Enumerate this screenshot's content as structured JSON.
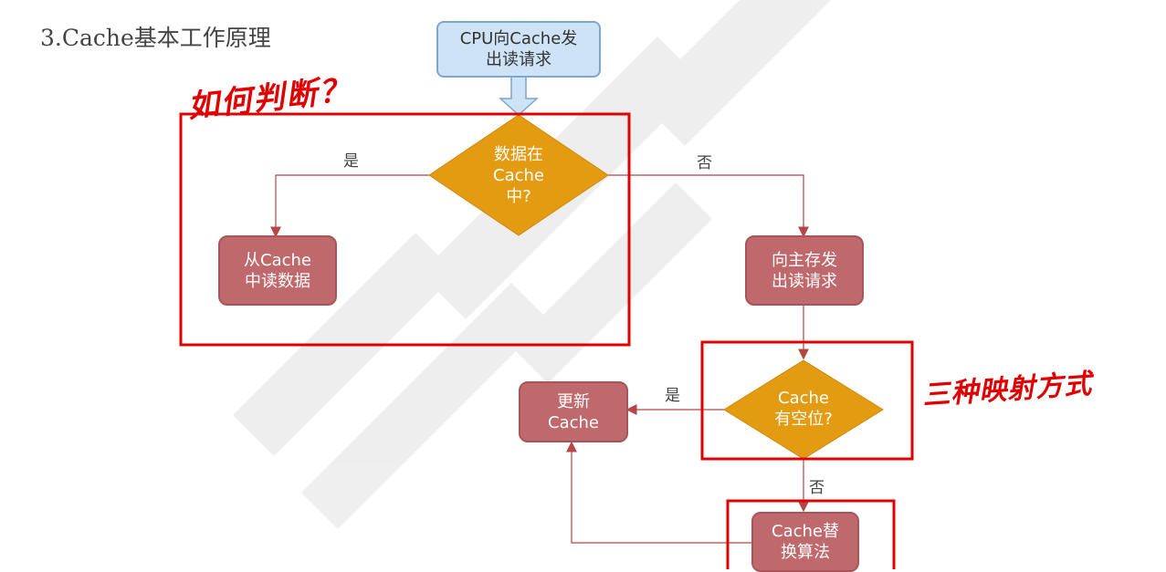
{
  "title": "3.Cache基本工作原理",
  "nodes": {
    "start": "CPU向Cache发\n出读请求",
    "check_hit": "数据在\nCache\n中?",
    "read_cache": "从Cache\n中读数据",
    "read_memory": "向主存发\n出读请求",
    "check_space": "Cache\n有空位?",
    "update_cache": "更新\nCache",
    "replace": "Cache替\n换算法"
  },
  "edge_labels": {
    "hit_yes": "是",
    "hit_no": "否",
    "space_yes": "是",
    "space_no": "否"
  },
  "annotations": {
    "how_to_judge": "如何判断？",
    "mapping": "三种映射方式"
  },
  "colors": {
    "node_red": "#c0696d",
    "diamond_orange": "#e39b12",
    "start_blue": "#cfe3f7",
    "arrow": "#b74545",
    "highlight": "#e00000"
  }
}
